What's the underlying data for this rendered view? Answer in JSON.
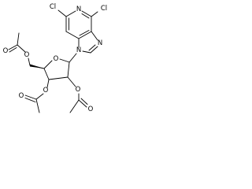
{
  "molecule": {
    "atom_labels": {
      "cl_left": "Cl",
      "cl_right": "Cl",
      "n_pyridine": "N",
      "n_imidazole_top": "N",
      "n_imidazole_bottom": "N",
      "o_ring": "O",
      "o_ester_top": "O",
      "o_ester_mid": "O",
      "o_ester_right": "O",
      "o_carbonyl_top": "O",
      "o_carbonyl_mid": "O",
      "o_carbonyl_right": "O"
    },
    "colors": {
      "bond": "#000000",
      "label": "#000000",
      "background": "#ffffff"
    }
  }
}
